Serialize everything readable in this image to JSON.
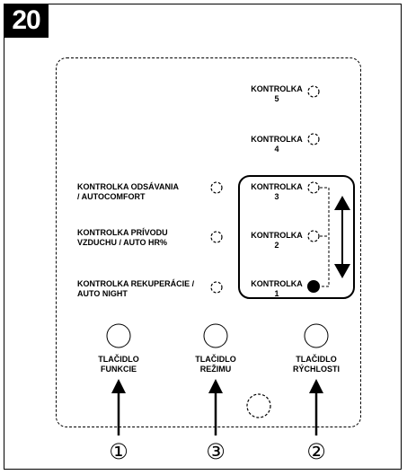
{
  "figure_number": "20",
  "indicators": [
    {
      "id": "5",
      "line1": "KONTROLKA",
      "line2": "5"
    },
    {
      "id": "4",
      "line1": "KONTROLKA",
      "line2": "4"
    },
    {
      "id": "3",
      "line1": "KONTROLKA",
      "line2": "3"
    },
    {
      "id": "2",
      "line1": "KONTROLKA",
      "line2": "2"
    },
    {
      "id": "1",
      "line1": "KONTROLKA",
      "line2": "1"
    }
  ],
  "function_indicators": [
    {
      "line1": "KONTROLKA ODSÁVANIA",
      "line2": "/ AUTOCOMFORT"
    },
    {
      "line1": "KONTROLKA PRÍVODU",
      "line2": "VZDUCHU / AUTO HR%"
    },
    {
      "line1": "KONTROLKA REKUPERÁCIE /",
      "line2": "AUTO NIGHT"
    }
  ],
  "buttons": [
    {
      "line1": "TLAČIDLO",
      "line2": "FUNKCIE",
      "callout": "①"
    },
    {
      "line1": "TLAČIDLO",
      "line2": "REŽIMU",
      "callout": "③"
    },
    {
      "line1": "TLAČIDLO",
      "line2": "RÝCHLOSTI",
      "callout": "②"
    }
  ]
}
